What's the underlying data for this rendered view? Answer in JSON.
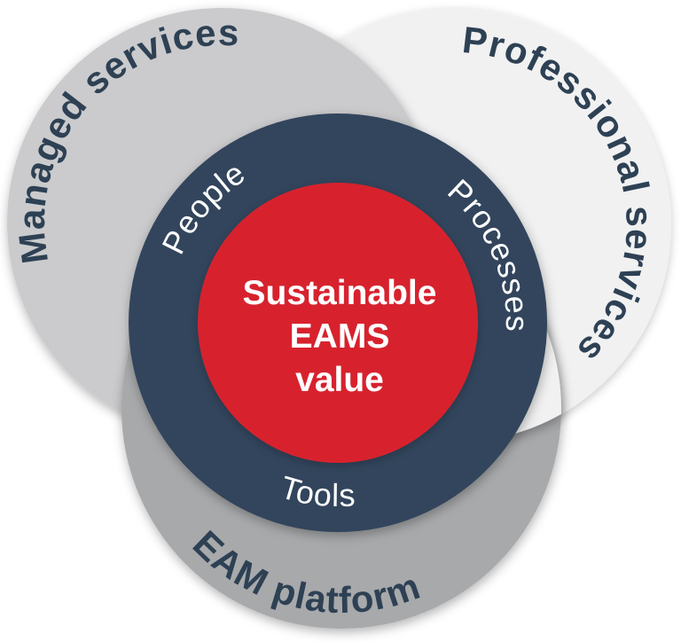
{
  "diagram": {
    "outer_labels": {
      "managed": "Managed services",
      "professional": "Professional services",
      "platform": "EAM platform"
    },
    "ring_labels": {
      "people": "People",
      "processes": "Processes",
      "tools": "Tools"
    },
    "center": {
      "line1": "Sustainable",
      "line2": "EAMS",
      "line3": "value"
    },
    "colors": {
      "managed_circle": "#cbcbcd",
      "professional_circle": "#f1f1f2",
      "platform_circle": "#a8a9ab",
      "ring_circle": "#31455b",
      "core_circle": "#d7242f",
      "outer_label_text": "#2e4154",
      "ring_label_text": "#ffffff",
      "core_text": "#ffffff",
      "background": "#ffffff"
    }
  }
}
